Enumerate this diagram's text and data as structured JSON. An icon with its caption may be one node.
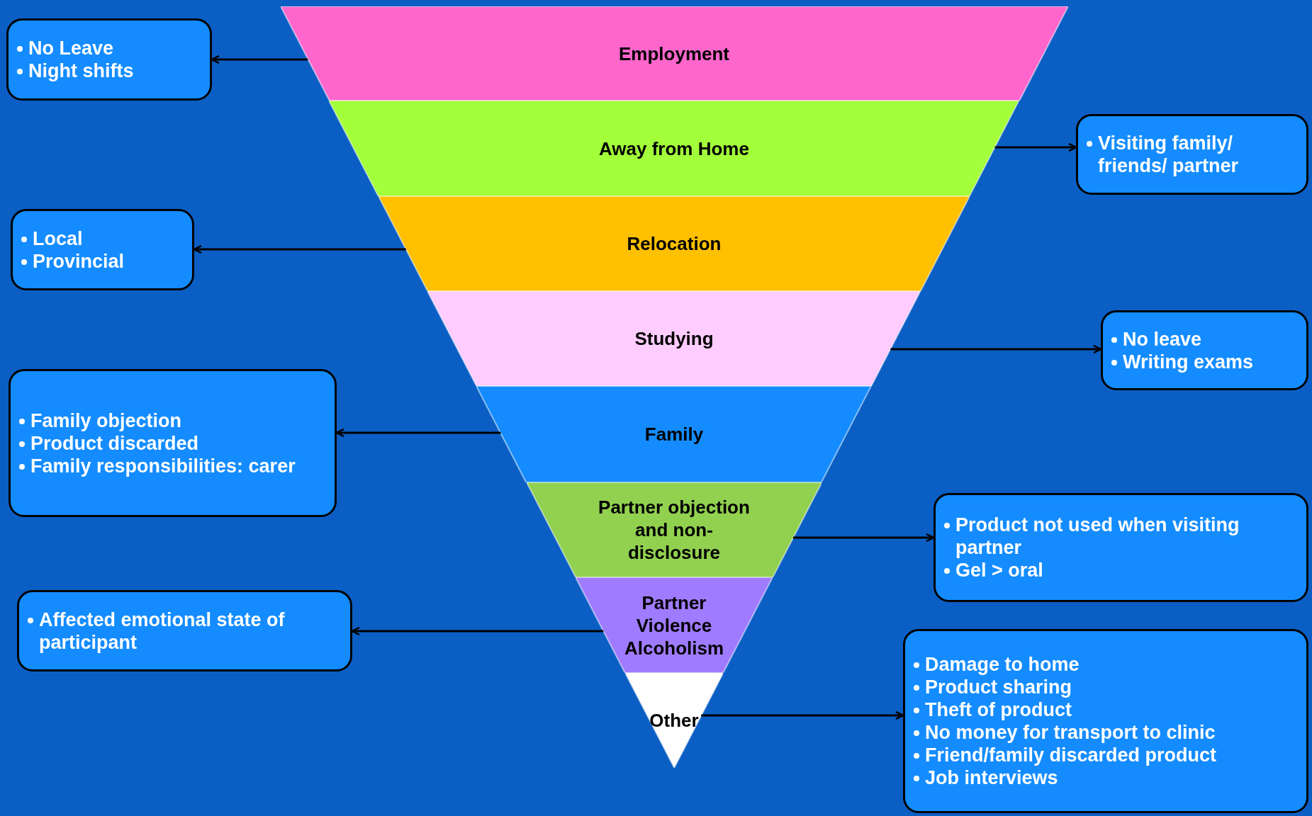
{
  "diagram": {
    "nodes": [
      {
        "text": [
          "Employment"
        ]
      },
      {
        "text": [
          "Away from Home"
        ]
      },
      {
        "text": [
          "Relocation"
        ]
      },
      {
        "text": [
          "Studying"
        ]
      },
      {
        "text": [
          "Family"
        ]
      },
      {
        "text": [
          "Partner objection and non-disclosure"
        ]
      },
      {
        "text": [
          "Partner Violence Alcoholism"
        ]
      },
      {
        "text": [
          "Other"
        ]
      },
      {
        "text": [
          "No Leave",
          "Night shifts"
        ]
      },
      {
        "text": [
          "Visiting family/ friends/ partner"
        ]
      },
      {
        "text": [
          "Local",
          "Provincial"
        ]
      },
      {
        "text": [
          "No leave",
          "Writing exams"
        ]
      },
      {
        "text": [
          "Family objection",
          "Product discarded",
          "Family responsibilities: carer"
        ]
      },
      {
        "text": [
          "Product not used when visiting partner",
          "Gel > oral"
        ]
      },
      {
        "text": [
          "Affected emotional state of participant"
        ]
      },
      {
        "text": [
          "Damage to home",
          "Product sharing",
          "Theft of product",
          "No money for transport to clinic",
          "Friend/family discarded product",
          "Job interviews"
        ]
      }
    ],
    "edges": [
      {
        "from": 0,
        "to": 8,
        "arrow": "to"
      },
      {
        "from": 1,
        "to": 9,
        "arrow": "to"
      },
      {
        "from": 2,
        "to": 10,
        "arrow": "to"
      },
      {
        "from": 3,
        "to": 11,
        "arrow": "to"
      },
      {
        "from": 4,
        "to": 12,
        "arrow": "to"
      },
      {
        "from": 5,
        "to": 13,
        "arrow": "to"
      },
      {
        "from": 6,
        "to": 14,
        "arrow": "to"
      },
      {
        "from": 7,
        "to": 15,
        "arrow": "to"
      }
    ]
  }
}
